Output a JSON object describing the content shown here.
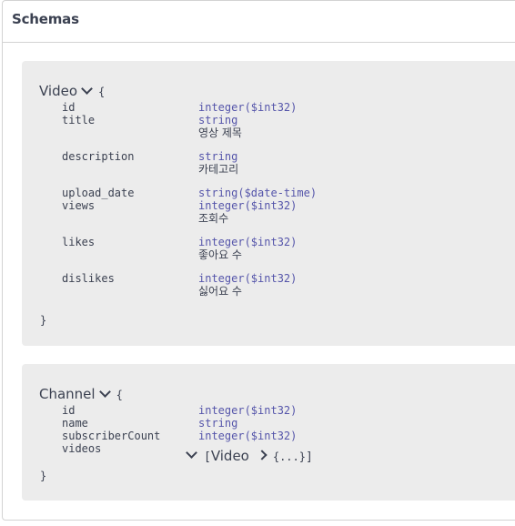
{
  "section": {
    "title": "Schemas"
  },
  "models": [
    {
      "name": "Video",
      "open_brace": "{",
      "close_brace": "}",
      "properties": [
        {
          "name": "id",
          "type": "integer($int32)",
          "description": ""
        },
        {
          "name": "title",
          "type": "string",
          "description": "영상 제목"
        },
        {
          "name": "description",
          "type": "string",
          "description": "카테고리"
        },
        {
          "name": "upload_date",
          "type": "string($date-time)",
          "description": ""
        },
        {
          "name": "views",
          "type": "integer($int32)",
          "description": "조회수"
        },
        {
          "name": "likes",
          "type": "integer($int32)",
          "description": "좋아요 수"
        },
        {
          "name": "dislikes",
          "type": "integer($int32)",
          "description": "싫어요 수"
        }
      ]
    },
    {
      "name": "Channel",
      "open_brace": "{",
      "close_brace": "}",
      "properties": [
        {
          "name": "id",
          "type": "integer($int32)"
        },
        {
          "name": "name",
          "type": "string"
        },
        {
          "name": "subscriberCount",
          "type": "integer($int32)"
        },
        {
          "name": "videos",
          "type": ""
        }
      ],
      "videos_ref": {
        "open_bracket": "[",
        "model_name": "Video",
        "collapsed": "{...}",
        "close_bracket": "]"
      }
    }
  ],
  "colors": {
    "type_color": "#5555aa",
    "text_color": "#3b4151",
    "model_bg": "#ececec",
    "border": "#d3d3d3"
  },
  "icons": {
    "expand": "chevron-down-icon",
    "collapse_ref": "chevron-right-icon"
  }
}
